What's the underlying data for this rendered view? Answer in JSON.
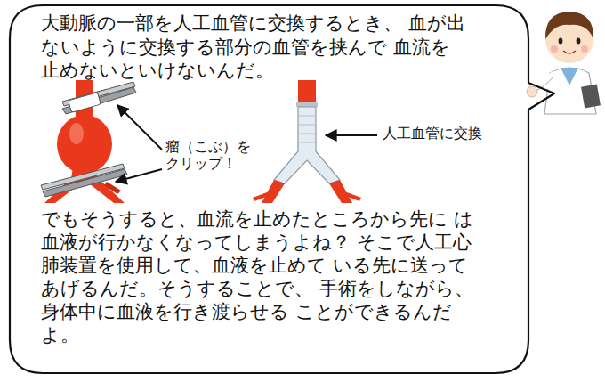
{
  "diagram": {
    "nodes": [
      {
        "text": [
          "大動脈の一部を人工血管に交換するとき、 血が出ないように交換する部分の血管を挟んで 血流を止めないといけないんだ。",
          "でもそうすると、血流を止めたところから先に は血液が行かなくなってしまうよね？ そこで人工心肺装置を使用して、血液を止めて いる先に送ってあげるんだ。そうすることで、 手術をしながら、身体中に血液を行き渡らせる ことができるんだよ。"
        ]
      }
    ],
    "labels": [
      "瘤（こぶ）を クリップ！",
      "人工血管に交換"
    ]
  }
}
